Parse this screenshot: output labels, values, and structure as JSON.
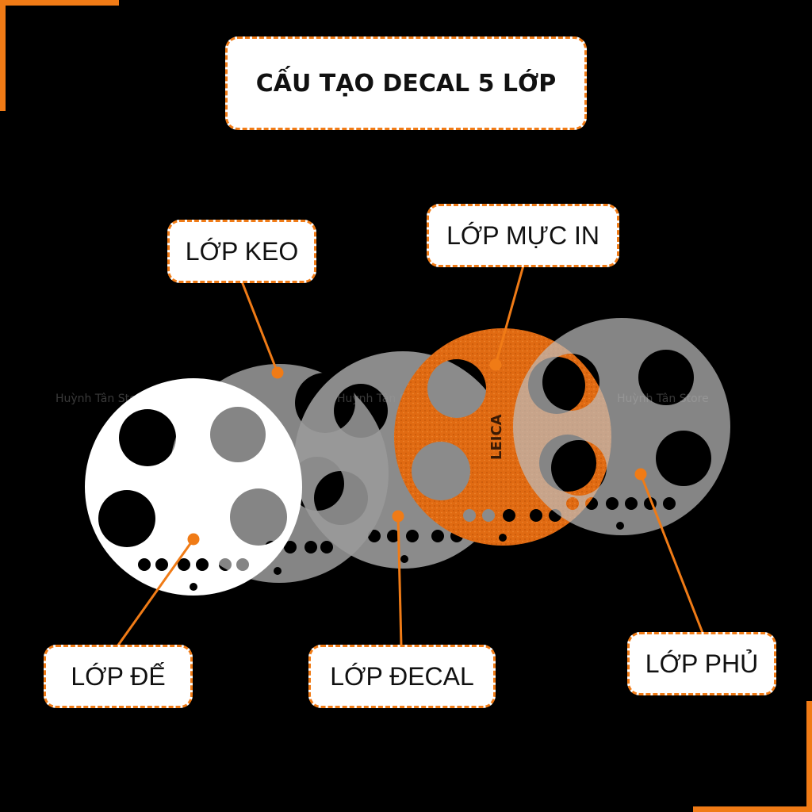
{
  "title": "CẤU TẠO DECAL 5 LỚP",
  "watermark": "Huỳnh Tân Store",
  "brand_text": "LEICA",
  "accent_color": "#f07b16",
  "layers": [
    {
      "id": "de",
      "label": "LỚP ĐẾ",
      "fill": "#ffffff"
    },
    {
      "id": "keo",
      "label": "LỚP KEO",
      "fill": "#8c8c8c"
    },
    {
      "id": "decal",
      "label": "LỚP ĐECAL",
      "fill": "#8c8c8c"
    },
    {
      "id": "muc_in",
      "label": "LỚP MỰC IN",
      "fill": "#e06a12"
    },
    {
      "id": "phu",
      "label": "LỚP PHỦ",
      "fill": "#8c8c8c"
    }
  ]
}
